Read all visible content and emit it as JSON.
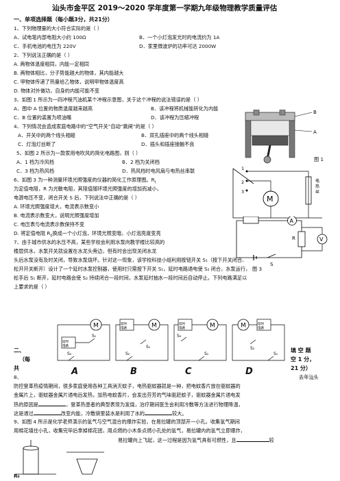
{
  "title": "汕头市金平区 2019～2020 学年度第一学期九年级物理教学质量评估",
  "section1": "一、单项选择题（每小题3分，共21分）",
  "q1": "1、下列物理量的大小符合实际的是（    ）",
  "q1a": "A．试电笔内部电阻大小约 100Ω",
  "q1b": "B．一个小灯泡发光时的电流约为 1A",
  "q1c": "C．手机电池的电压为 220V",
  "q1d": "D．家里微波炉的功率可达 2000W",
  "q2": "2、下列说法正确的是（    ）",
  "q2a": "A. 两物体温度相同，内能一定相同",
  "q2b": "B. 两物体相比，分子势能越大的物体，其内能越大",
  "q2c": "C. 甲物体传递了热量给乙物体，说明甲物体温度高",
  "q2d": "D. 物体对外做功，自身的内能可能不变",
  "q3": "3、如图 1 所示为一四冲程汽油机某个冲程示意图，关于这个冲程的说法错误的是（    ）",
  "q3a": "A．图中 A 位置的物质温度越来越高",
  "q3b": "B．该冲程将机械能转化为内能",
  "q3c": "C．B 位置的装置为喷油嘴",
  "q3d": "D．该冲程为压缩冲程",
  "q4": "4、下列情况会造成家庭电路中的“空气开关”自动“跳闸”的是（    ）",
  "q4a": "A．开关中的两个线头相碰",
  "q4b": "B．双孔插座中的两个线头相碰",
  "q4c": "C．灯泡灯丝断了",
  "q4d": "D．插头和插座接触不良",
  "q5": "5、如图 2 所示为一款家用电吹风的简化电路图，则（    ）",
  "q5a": "A．1 档为冷风档",
  "q5b": "B．2 档为关闭档",
  "q5c": "C．3 档为热风档",
  "q5d": "D．热风档时电风扇与电热丝串联",
  "q6_1": "6、如图 3 为一种测量环境光照强度的仪器的简化工作原理图。R",
  "q6_1s": "t",
  "q6_2": "为定值电阻，R 为光敏电阻，其阻值随环境光照强度的增加而减小，",
  "q6_3": "电源电压不变，闭合开关 S 后，下列说法中正确的是（    ）",
  "q6a": "A. 环境光照强度增大，电流表示数变小",
  "q6b": "B. 电流表示数变大，说明光照强度增加",
  "q6c": "C. 电压表与电流表示数保持不变",
  "q6d": "D. 将定值电阻 R",
  "q6d2": "换成一个小灯泡，环境光照变暗，小灯泡亮度变亮",
  "q7_1": "7、由于城市供水的水压不高，某些学校会利用水泵向教学楼比较高的",
  "q7_2": "楼层供水，水泵开关就设置在水龙头旁边，但有时会出现关闭水龙",
  "q7_3": "头后水泵没有及时关闭，导致水泵烧坏。针对这一现象，该学校科技小组利用按钮开关 S₁（按下开关闭合、",
  "q7_4": "松开开关断开）设计了一个延时水泵控制器，使用时只需按下开关 S₁，延时电路通电使 S₂ 闭合，水泵运行，",
  "q7_5": "松手后 S₁ 断开，延时电路会使 S₂ 持续闭合一段时间，水泵延时抽水一段时间后自动停止。下列电路满足以",
  "q7_6": "上要求的是（    ）",
  "fig1": "图 1",
  "fig3": "图 3",
  "fig2_1": "1",
  "fig2_2": "2",
  "fig2_3": "3",
  "fig2_heater": "电热丝",
  "fig2_motor": "M",
  "fig3_R0": "R₀",
  "fig3_R": "R",
  "fig3_S": "S",
  "fig3_A": "A",
  "fig3_V": "V",
  "figA_label": "延时电路",
  "circ_M": "M",
  "circ_S1": "S₁",
  "circ_S2": "S₂",
  "choice_A": "A",
  "choice_B": "B",
  "choice_C": "C",
  "choice_D": "D",
  "section2_l": "二、",
  "section2_r1": "填 空 题",
  "section2_r2": "空 1 分，",
  "section2_r3": "21 分）",
  "section2_m": "（每",
  "section2_n": "共",
  "q8_head": "8、",
  "q8_tail": "去年汕头",
  "q8_1": "防控登革热疫情期间，很多家庭使用各种工具消灭蚊子，电热驱蚊器就是一种，把电蚊香片放在驱蚊器的",
  "q8_2": "金属片上，驱蚊器金属片通电后发热，加热电蚊香片，会发出芬芳的气味驱赶蚊子，驱蚊器金属片通电发",
  "q8_3": "热的原因是",
  "q8_3b": "，登革热患者的典型表现为发烧，治疗期间医生会利用冷敷等方法进行物理降温，",
  "q8_4": "这是通过",
  "q8_4b": "改变内能，冷敷袋里装水是利用了水的",
  "q8_4c": "较大。",
  "q9_1": "9、如图 4 所示是化学老师演示的氢气与空气混合的爆炸实验，在易拉罐的顶部开一小孔，收集氢气期间",
  "q9_2": "用棉花填住小孔，收集完毕后拿掉棉花团，用点燃的小木条点燃小孔处的氢气，易拉罐内的氢气立即爆炸，",
  "q9_3": "易拉罐向上飞起，这一过程是因为氢气具有可燃性，且",
  "q9_3b": "较",
  "bottom": "R₀"
}
